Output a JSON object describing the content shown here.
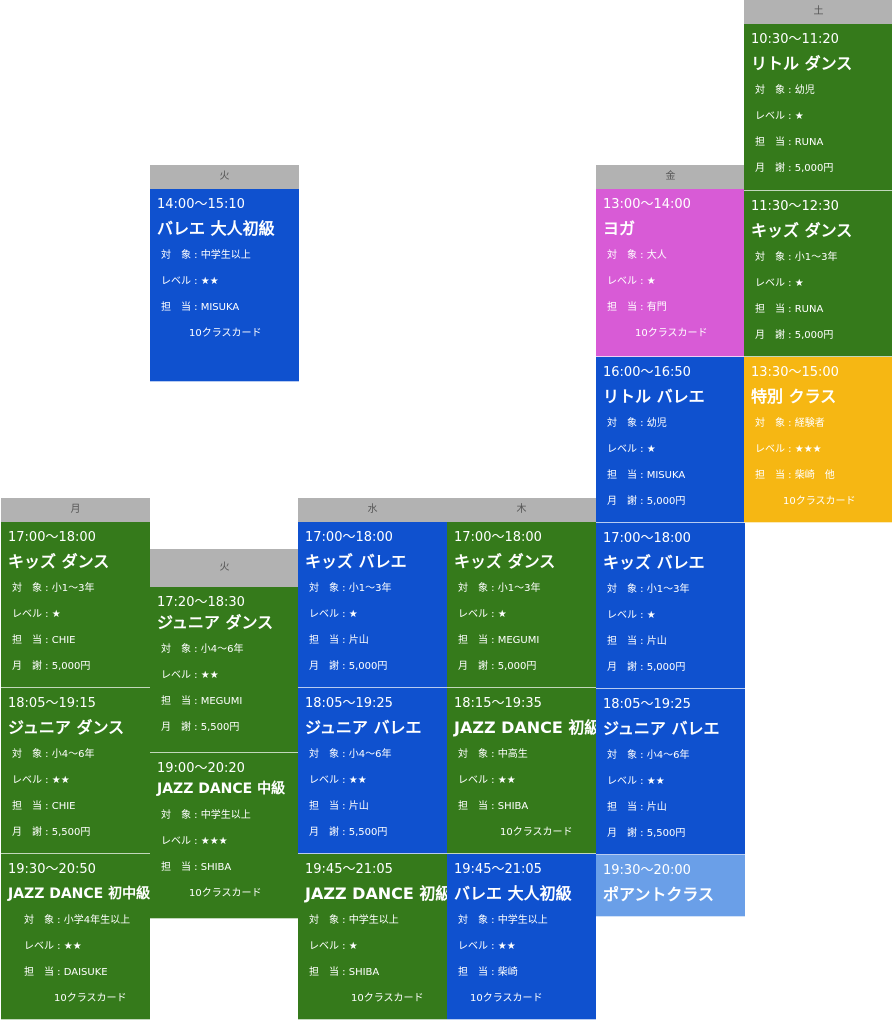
{
  "days": {
    "mon": "月",
    "tue": "火",
    "wed": "水",
    "thu": "木",
    "fri": "金",
    "sat": "土"
  },
  "classes": {
    "tue_1400": {
      "time": "14:00〜15:10",
      "name": "バレエ 大人初級",
      "target": "対　象 : 中学生以上",
      "level": "レベル : ★★",
      "teacher": "担　当 : MISUKA",
      "card": "10クラスカード"
    },
    "fri_1300": {
      "time": "13:00〜14:00",
      "name": "ヨガ",
      "target": "対　象 : 大人",
      "level": "レベル : ★",
      "teacher": "担　当 : 有門",
      "card": "10クラスカード"
    },
    "fri_1600": {
      "time": "16:00〜16:50",
      "name": "リトル バレエ",
      "target": "対　象 : 幼児",
      "level": "レベル : ★",
      "teacher": "担　当 : MISUKA",
      "fee": "月　謝 : 5,000円"
    },
    "sat_1030": {
      "time": "10:30〜11:20",
      "name": "リトル ダンス",
      "target": "対　象 : 幼児",
      "level": "レベル : ★",
      "teacher": "担　当 : RUNA",
      "fee": "月　謝 : 5,000円"
    },
    "sat_1130": {
      "time": "11:30〜12:30",
      "name": "キッズ ダンス",
      "target": "対　象 : 小1〜3年",
      "level": "レベル : ★",
      "teacher": "担　当 : RUNA",
      "fee": "月　謝 : 5,000円"
    },
    "sat_1330": {
      "time": "13:30〜15:00",
      "name": "特別 クラス",
      "target": "対　象 : 経験者",
      "level": "レベル : ★★★",
      "teacher": "担　当 : 柴崎　他",
      "card": "10クラスカード"
    },
    "mon_1700": {
      "time": "17:00〜18:00",
      "name": "キッズ ダンス",
      "target": "対　象 : 小1〜3年",
      "level": "レベル : ★",
      "teacher": "担　当 : CHIE",
      "fee": "月　謝 : 5,000円"
    },
    "mon_1805": {
      "time": "18:05〜19:15",
      "name": "ジュニア ダンス",
      "target": "対　象 : 小4〜6年",
      "level": "レベル : ★★",
      "teacher": "担　当 : CHIE",
      "fee": "月　謝 : 5,500円"
    },
    "mon_1930": {
      "time": "19:30〜20:50",
      "name": "JAZZ DANCE 初中級",
      "target": "対　象 : 小学4年生以上",
      "level": "レベル : ★★",
      "teacher": "担　当 : DAISUKE",
      "card": "10クラスカード"
    },
    "tue_1720": {
      "time": "17:20〜18:30",
      "name": "ジュニア ダンス",
      "target": "対　象 : 小4〜6年",
      "level": "レベル : ★★",
      "teacher": "担　当 : MEGUMI",
      "fee": "月　謝 : 5,500円"
    },
    "tue_1900": {
      "time": "19:00〜20:20",
      "name": "JAZZ DANCE 中級",
      "target": "対　象 : 中学生以上",
      "level": "レベル : ★★★",
      "teacher": "担　当 : SHIBA",
      "card": "10クラスカード"
    },
    "wed_1700": {
      "time": "17:00〜18:00",
      "name": "キッズ バレエ",
      "target": "対　象 : 小1〜3年",
      "level": "レベル : ★",
      "teacher": "担　当 : 片山",
      "fee": "月　謝 : 5,000円"
    },
    "wed_1805": {
      "time": "18:05〜19:25",
      "name": "ジュニア バレエ",
      "target": "対　象 : 小4〜6年",
      "level": "レベル : ★★",
      "teacher": "担　当 : 片山",
      "fee": "月　謝 : 5,500円"
    },
    "wed_1945": {
      "time": "19:45〜21:05",
      "name": "JAZZ DANCE 初級",
      "target": "対　象 : 中学生以上",
      "level": "レベル : ★",
      "teacher": "担　当 : SHIBA",
      "card": "10クラスカード"
    },
    "thu_1700": {
      "time": "17:00〜18:00",
      "name": "キッズ ダンス",
      "target": "対　象 : 小1〜3年",
      "level": "レベル : ★",
      "teacher": "担　当 : MEGUMI",
      "fee": "月　謝 : 5,000円"
    },
    "thu_1815": {
      "time": "18:15〜19:35",
      "name": "JAZZ DANCE 初級",
      "target": "対　象 : 中高生",
      "level": "レベル : ★★",
      "teacher": "担　当 : SHIBA",
      "card": "10クラスカード"
    },
    "thu_1945": {
      "time": "19:45〜21:05",
      "name": "バレエ 大人初級",
      "target": "対　象 : 中学生以上",
      "level": "レベル : ★★",
      "teacher": "担　当 : 柴崎",
      "card": "10クラスカード"
    },
    "fri_1700": {
      "time": "17:00〜18:00",
      "name": "キッズ バレエ",
      "target": "対　象 : 小1〜3年",
      "level": "レベル : ★",
      "teacher": "担　当 : 片山",
      "fee": "月　謝 : 5,000円"
    },
    "fri_1805": {
      "time": "18:05〜19:25",
      "name": "ジュニア バレエ",
      "target": "対　象 : 小4〜6年",
      "level": "レベル : ★★",
      "teacher": "担　当 : 片山",
      "fee": "月　謝 : 5,500円"
    },
    "fri_1930": {
      "time": "19:30〜20:00",
      "name": "ポアントクラス"
    }
  },
  "colors": {
    "ballet": "#0f51cf",
    "dance": "#357a1b",
    "yoga": "#d85bd6",
    "special": "#f6b713",
    "pointe": "#6a9fe8",
    "header": "#b2b2b2"
  }
}
